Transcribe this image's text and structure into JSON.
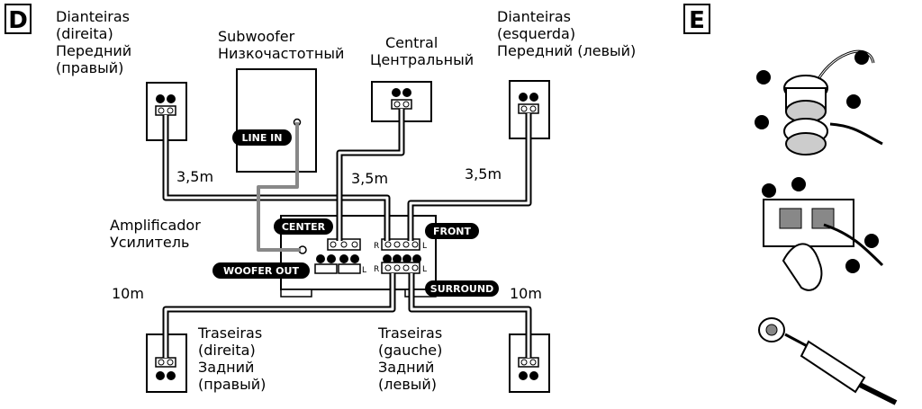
{
  "section_d": {
    "letter": "D"
  },
  "section_e": {
    "letter": "E"
  },
  "labels": {
    "front_right": [
      "Dianteiras",
      "(direita)",
      "Передний",
      "(правый)"
    ],
    "subwoofer": [
      "Subwoofer",
      "Низкочастотный"
    ],
    "center": [
      "Central",
      "Центральный"
    ],
    "front_left": [
      "Dianteiras",
      "(esquerda)",
      "Передний (левый)"
    ],
    "amplifier": [
      "Amplificador",
      "Усилитель"
    ],
    "rear_right": [
      "Traseiras",
      "(direita)",
      "Задний",
      "(правый)"
    ],
    "rear_left": [
      "Traseiras",
      "(gauche)",
      "Задний",
      "(левый)"
    ]
  },
  "distances": {
    "front_right": "3,5m",
    "center": "3,5m",
    "front_left": "3,5m",
    "rear_right": "10m",
    "rear_left": "10m"
  },
  "terminals": {
    "line_in": "LINE IN",
    "center": "CENTER",
    "front": "FRONT",
    "woofer_out": "WOOFER OUT",
    "surround": "SURROUND",
    "r": "R",
    "l": "L"
  }
}
